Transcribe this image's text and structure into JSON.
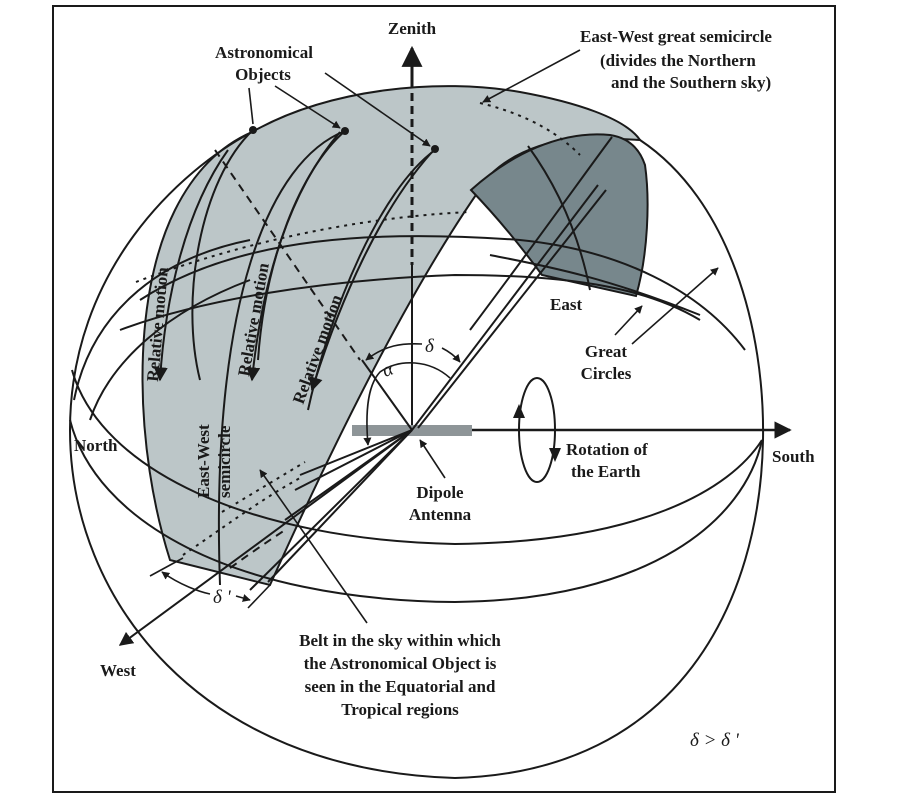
{
  "title": "Celestial sphere above a dipole antenna: East-West belt of astronomical objects",
  "colors": {
    "belt_light": "#bcc6c8",
    "belt_dark": "#77878c",
    "antenna": "#8e9598",
    "line": "#1a1a1a"
  },
  "labels": {
    "zenith": "Zenith",
    "astronomical_objects": [
      "Astronomical",
      "Objects"
    ],
    "ew_great_semicircle": [
      "East-West great semicircle",
      "(divides the Northern",
      "and the Southern sky)"
    ],
    "relative_motion": "Relative motion",
    "east": "East",
    "great_circles": [
      "Great",
      "Circles"
    ],
    "north": "North",
    "south": "South",
    "west": "West",
    "ew_semicircle": [
      "East-West",
      "semicircle"
    ],
    "rotation": [
      "Rotation of",
      "the Earth"
    ],
    "dipole": [
      "Dipole",
      "Antenna"
    ],
    "belt": [
      "Belt in the sky within which",
      "the Astronomical Object is",
      "seen in the Equatorial and",
      "Tropical regions"
    ],
    "delta": "δ",
    "alpha": "α",
    "delta_prime": "δ '",
    "inequality": "δ > δ '"
  }
}
